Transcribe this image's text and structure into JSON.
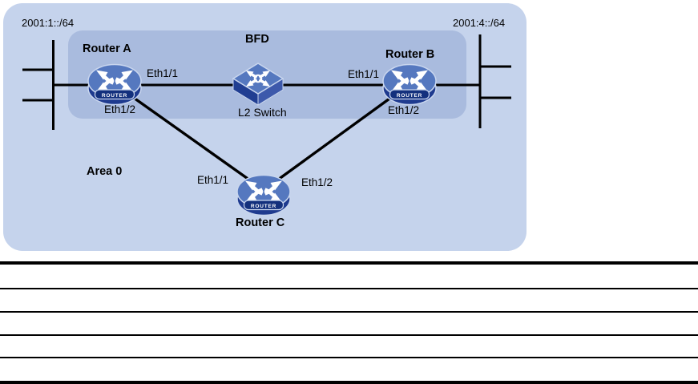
{
  "diagram": {
    "bfd_label": "BFD",
    "area_label": "Area 0",
    "networks": {
      "left": "2001:1::/64",
      "right": "2001:4::/64"
    },
    "devices": {
      "router_a": {
        "name": "Router A",
        "eth11": "Eth1/1",
        "eth12": "Eth1/2"
      },
      "router_b": {
        "name": "Router B",
        "eth11": "Eth1/1",
        "eth12": "Eth1/2"
      },
      "router_c": {
        "name": "Router C",
        "eth11": "Eth1/1",
        "eth12": "Eth1/2"
      },
      "l2_switch": {
        "name": "L2 Switch"
      }
    },
    "router_badge": "ROUTER",
    "colors": {
      "area_zone_fill": "#c5d3ec",
      "bfd_zone_fill": "#a9bbde",
      "device_top": "#5578bf",
      "device_side": "#1e3a8f",
      "badge_fill": "#13307d",
      "icon_edge": "#c9d6ee",
      "link": "#000000"
    }
  },
  "table": {
    "row_count": 5,
    "has_text": false
  }
}
